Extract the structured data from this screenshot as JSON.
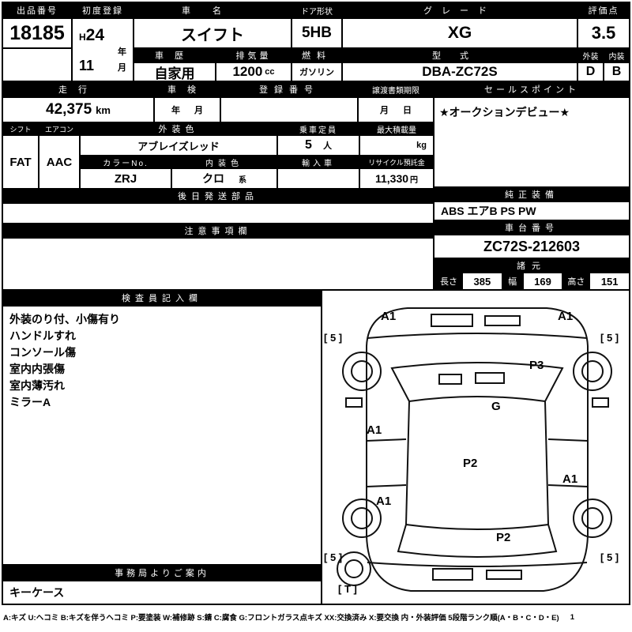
{
  "top": {
    "auction_no": {
      "label": "出品番号",
      "value": "18185"
    },
    "first_reg": {
      "label": "初度登録",
      "era": "H",
      "year": "24",
      "year_unit": "年",
      "month": "11",
      "month_unit": "月"
    },
    "car_name": {
      "label": "車名",
      "value": "スイフト"
    },
    "doors": {
      "label": "ドア形状",
      "value": "5HB"
    },
    "grade": {
      "label": "グレード",
      "value": "XG"
    },
    "score": {
      "label": "評価点",
      "value": "3.5"
    },
    "history": {
      "label": "車歴",
      "value": "自家用"
    },
    "displacement": {
      "label": "排気量",
      "value": "1200",
      "unit": "cc"
    },
    "fuel": {
      "label": "燃料",
      "value": "ガソリン"
    },
    "model_code": {
      "label": "型式",
      "value": "DBA-ZC72S"
    },
    "exterior_grade": {
      "label": "外装",
      "value": "D"
    },
    "interior_grade": {
      "label": "内装",
      "value": "B"
    }
  },
  "middle": {
    "mileage": {
      "label": "走行",
      "value": "42,375",
      "unit": "km"
    },
    "shaken": {
      "label": "車検",
      "year_unit": "年",
      "month_unit": "月"
    },
    "registration_no": {
      "label": "登録番号",
      "value": ""
    },
    "transfer_deadline": {
      "label": "譲渡書類期限",
      "month_unit": "月",
      "day_unit": "日"
    },
    "sales_point": {
      "label": "セールスポイント",
      "value": "★オークションデビュー★"
    },
    "shift": {
      "label": "シフト",
      "value": "FAT"
    },
    "aircon": {
      "label": "エアコン",
      "value": "AAC"
    },
    "exterior_color": {
      "label": "外装色",
      "value": "アブレイズレッド"
    },
    "capacity": {
      "label": "乗車定員",
      "value": "5",
      "unit": "人"
    },
    "max_load": {
      "label": "最大積載量",
      "value": "",
      "unit": "kg"
    },
    "color_no": {
      "label": "カラーNo.",
      "value": "ZRJ"
    },
    "interior_color": {
      "label": "内装色",
      "value": "クロ",
      "suffix": "系"
    },
    "import_car": {
      "label": "輸入車",
      "value": ""
    },
    "recycle_deposit": {
      "label": "リサイクル預託金",
      "value": "11,330",
      "unit": "円"
    },
    "later_shipped_parts": {
      "label": "後日発送部品",
      "value": ""
    },
    "caution": {
      "label": "注意事項欄",
      "value": ""
    }
  },
  "right": {
    "equipment": {
      "label": "純正装備",
      "value": "ABS エアB PS PW"
    },
    "chassis_no": {
      "label": "車台番号",
      "value": "ZC72S-212603"
    },
    "specs": {
      "label": "諸元",
      "length_label": "長さ",
      "length": "385",
      "width_label": "幅",
      "width": "169",
      "height_label": "高さ",
      "height": "151"
    }
  },
  "inspector": {
    "label": "検査員記入欄",
    "lines": [
      "外装のり付、小傷有り",
      "ハンドルすれ",
      "コンソール傷",
      "室内内張傷",
      "室内薄汚れ",
      "ミラーA"
    ]
  },
  "office": {
    "label": "事務局よりご案内",
    "value": "キーケース"
  },
  "diagram": {
    "labels": [
      {
        "code": "A1",
        "location": "front-bumper-left"
      },
      {
        "code": "A1",
        "location": "front-bumper-right"
      },
      {
        "code": "[ 5 ]",
        "location": "front-left-tire"
      },
      {
        "code": "[ 5 ]",
        "location": "front-right-tire"
      },
      {
        "code": "P3",
        "location": "windshield"
      },
      {
        "code": "G",
        "location": "roof-front"
      },
      {
        "code": "A1",
        "location": "left-front-door"
      },
      {
        "code": "P2",
        "location": "center"
      },
      {
        "code": "A1",
        "location": "left-rear"
      },
      {
        "code": "A1",
        "location": "right-side"
      },
      {
        "code": "P2",
        "location": "rear-right"
      },
      {
        "code": "[ 5 ]",
        "location": "rear-left-tire"
      },
      {
        "code": "[ 5 ]",
        "location": "rear-right-tire"
      },
      {
        "code": "[ T ]",
        "location": "spare-tire"
      }
    ]
  },
  "footer": {
    "legend": "A:キズ U:ヘコミ B:キズを伴うヘコミ P:要塗装 W:補修跡 S:錆 C:腐食 G:フロントガラス点キズ XX:交換済み X:要交換 内・外装評価 5段階ランク順(A・B・C・D・E)",
    "page": "1"
  }
}
